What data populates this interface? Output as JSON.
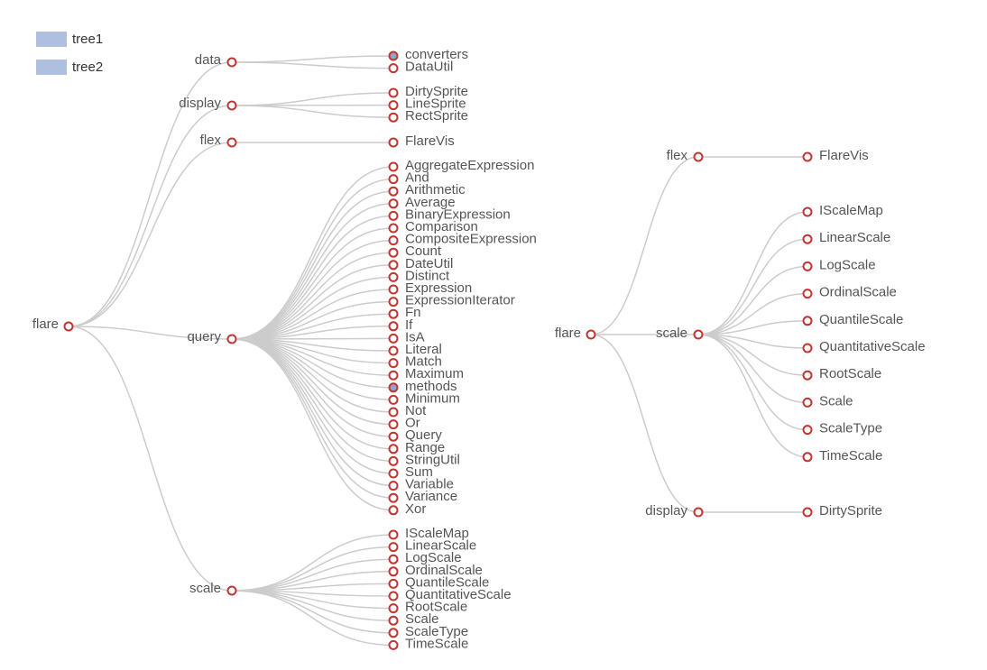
{
  "legend": [
    {
      "name": "tree1",
      "color": "#aebfdf"
    },
    {
      "name": "tree2",
      "color": "#aebfdf"
    }
  ],
  "colors": {
    "link": "#cccccc",
    "node_stroke": "#c23531",
    "collapsed_fill": "#90a4cc",
    "label": "#555555"
  },
  "tree1": {
    "name": "flare",
    "children": [
      {
        "name": "data",
        "children": [
          {
            "name": "converters",
            "collapsed": true
          },
          {
            "name": "DataUtil"
          }
        ]
      },
      {
        "name": "display",
        "children": [
          {
            "name": "DirtySprite"
          },
          {
            "name": "LineSprite"
          },
          {
            "name": "RectSprite"
          }
        ]
      },
      {
        "name": "flex",
        "children": [
          {
            "name": "FlareVis"
          }
        ]
      },
      {
        "name": "query",
        "children": [
          {
            "name": "AggregateExpression"
          },
          {
            "name": "And"
          },
          {
            "name": "Arithmetic"
          },
          {
            "name": "Average"
          },
          {
            "name": "BinaryExpression"
          },
          {
            "name": "Comparison"
          },
          {
            "name": "CompositeExpression"
          },
          {
            "name": "Count"
          },
          {
            "name": "DateUtil"
          },
          {
            "name": "Distinct"
          },
          {
            "name": "Expression"
          },
          {
            "name": "ExpressionIterator"
          },
          {
            "name": "Fn"
          },
          {
            "name": "If"
          },
          {
            "name": "IsA"
          },
          {
            "name": "Literal"
          },
          {
            "name": "Match"
          },
          {
            "name": "Maximum"
          },
          {
            "name": "methods",
            "collapsed": true
          },
          {
            "name": "Minimum"
          },
          {
            "name": "Not"
          },
          {
            "name": "Or"
          },
          {
            "name": "Query"
          },
          {
            "name": "Range"
          },
          {
            "name": "StringUtil"
          },
          {
            "name": "Sum"
          },
          {
            "name": "Variable"
          },
          {
            "name": "Variance"
          },
          {
            "name": "Xor"
          }
        ]
      },
      {
        "name": "scale",
        "children": [
          {
            "name": "IScaleMap"
          },
          {
            "name": "LinearScale"
          },
          {
            "name": "LogScale"
          },
          {
            "name": "OrdinalScale"
          },
          {
            "name": "QuantileScale"
          },
          {
            "name": "QuantitativeScale"
          },
          {
            "name": "RootScale"
          },
          {
            "name": "Scale"
          },
          {
            "name": "ScaleType"
          },
          {
            "name": "TimeScale"
          }
        ]
      }
    ]
  },
  "tree2": {
    "name": "flare",
    "children": [
      {
        "name": "flex",
        "children": [
          {
            "name": "FlareVis"
          }
        ]
      },
      {
        "name": "scale",
        "children": [
          {
            "name": "IScaleMap"
          },
          {
            "name": "LinearScale"
          },
          {
            "name": "LogScale"
          },
          {
            "name": "OrdinalScale"
          },
          {
            "name": "QuantileScale"
          },
          {
            "name": "QuantitativeScale"
          },
          {
            "name": "RootScale"
          },
          {
            "name": "Scale"
          },
          {
            "name": "ScaleType"
          },
          {
            "name": "TimeScale"
          }
        ]
      },
      {
        "name": "display",
        "children": [
          {
            "name": "DirtySprite"
          }
        ]
      }
    ]
  }
}
